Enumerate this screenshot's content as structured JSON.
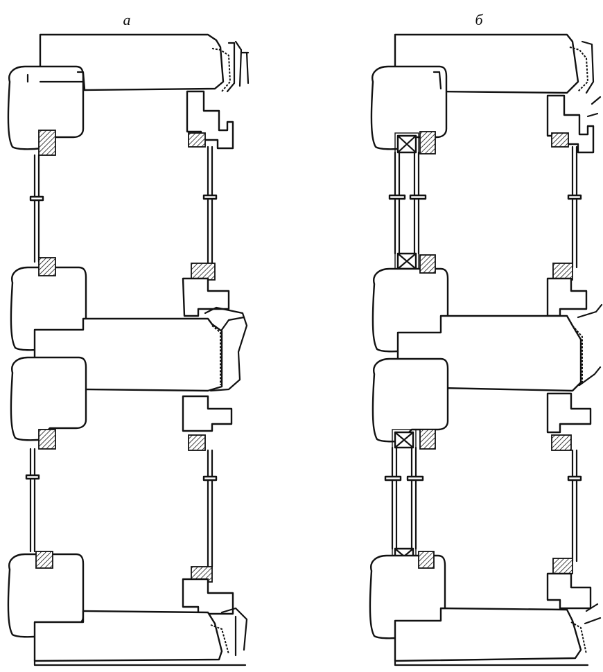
{
  "panels": [
    {
      "id": "a",
      "label": "а"
    },
    {
      "id": "b",
      "label": "б"
    }
  ]
}
